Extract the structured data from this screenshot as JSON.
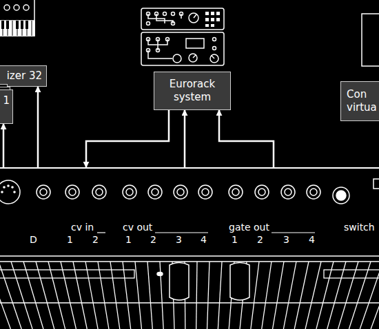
{
  "diagram": {
    "nodes": [
      {
        "text": [
          "izer 32"
        ]
      },
      {
        "text": [
          "1"
        ]
      },
      {
        "text": [
          "Eurorack system"
        ]
      },
      {
        "text": [
          "Con virtua"
        ]
      },
      {
        "text": [
          "D",
          "cv in",
          "1",
          "2",
          "cv out",
          "1",
          "2",
          "3",
          "4",
          "gate out",
          "1",
          "2",
          "3",
          "4",
          "switch"
        ]
      }
    ],
    "edges": [
      {
        "from": 4,
        "to": 1,
        "arrow": "to"
      },
      {
        "from": 4,
        "to": 0,
        "arrow": "to"
      },
      {
        "from": 2,
        "to": 4,
        "arrow": "to"
      },
      {
        "from": 4,
        "to": 2,
        "arrow": "to"
      },
      {
        "from": 4,
        "to": 2,
        "arrow": "to"
      }
    ]
  }
}
